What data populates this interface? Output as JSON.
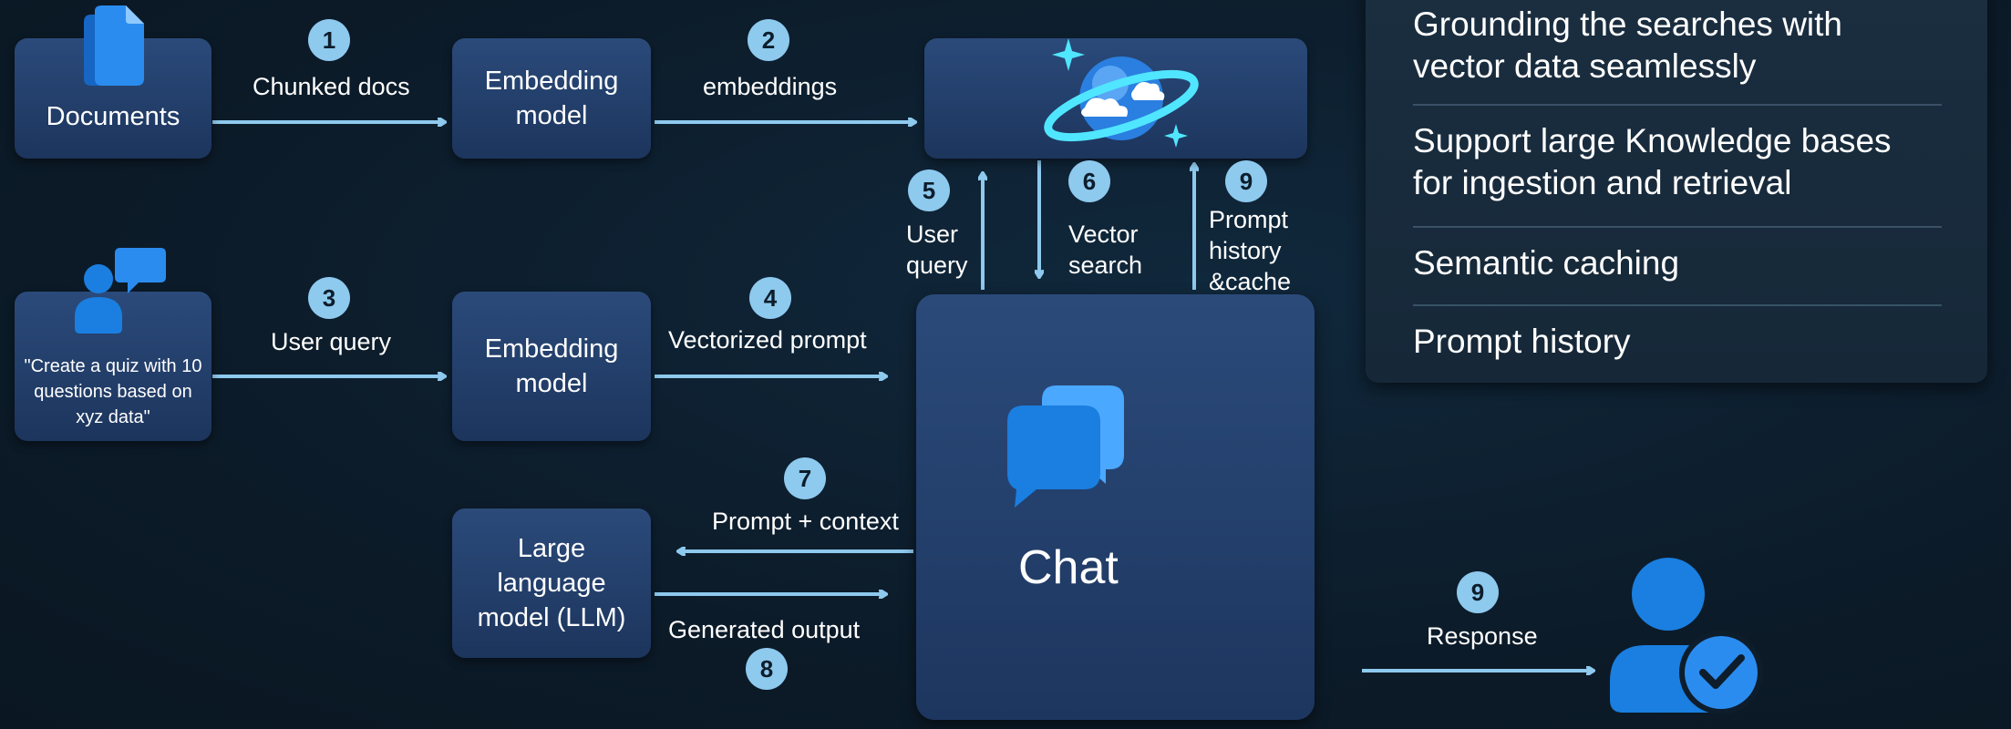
{
  "boxes": {
    "documents": "Documents",
    "embedding_top": "Embedding\nmodel",
    "query_text": "\"Create a quiz with 10\nquestions based on\nxyz data\"",
    "embedding_mid": "Embedding\nmodel",
    "llm": "Large\nlanguage\nmodel (LLM)",
    "chat": "Chat"
  },
  "steps": {
    "s1": {
      "num": "1",
      "label": "Chunked docs"
    },
    "s2": {
      "num": "2",
      "label": "embeddings"
    },
    "s3": {
      "num": "3",
      "label": "User query"
    },
    "s4": {
      "num": "4",
      "label": "Vectorized prompt"
    },
    "s5": {
      "num": "5",
      "label": "User\nquery"
    },
    "s6": {
      "num": "6",
      "label": "Vector\nsearch"
    },
    "s7": {
      "num": "7",
      "label": "Prompt + context"
    },
    "s8": {
      "num": "8",
      "label": "Generated output"
    },
    "s9a": {
      "num": "9",
      "label": "Prompt\nhistory\n&cache"
    },
    "s9b": {
      "num": "9",
      "label": "Response"
    }
  },
  "panel": {
    "items": [
      "Grounding the searches with\nvector data seamlessly",
      "Support large Knowledge bases\nfor ingestion and retrieval",
      "Semantic caching",
      "Prompt history"
    ]
  },
  "icons": {
    "documents": "documents-icon",
    "user_chat": "user-chat-icon",
    "cosmos": "cosmos-db-planet-icon",
    "chat": "chat-bubbles-icon",
    "user_check": "user-checkmark-icon"
  },
  "colors": {
    "background": "#0d1d2b",
    "box": "#24406b",
    "arrow": "#8ec9ee",
    "badge": "#8ec9ee",
    "icon_blue": "#1a7fe0"
  }
}
